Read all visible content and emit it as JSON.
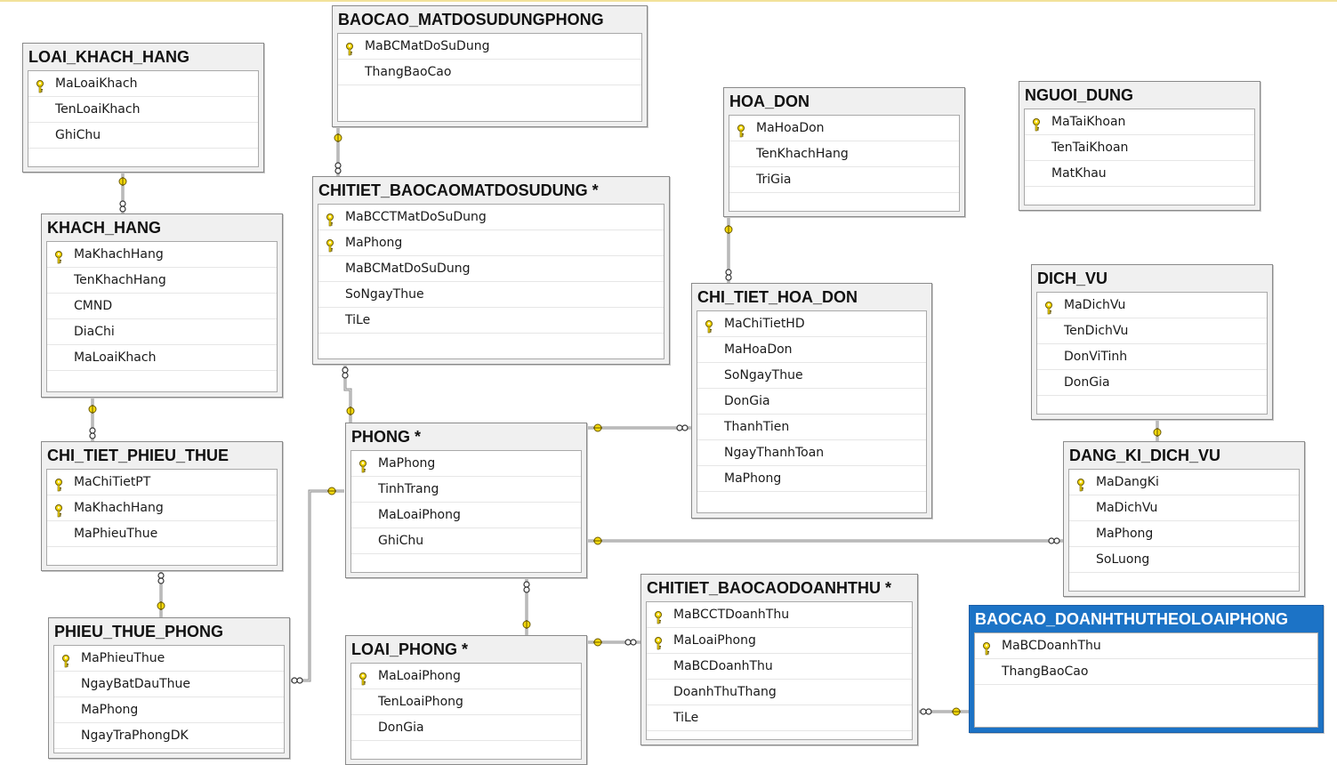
{
  "tables": {
    "loai_khach_hang": {
      "name": "LOAI_KHACH_HANG",
      "columns": [
        "MaLoaiKhach",
        "TenLoaiKhach",
        "GhiChu"
      ]
    },
    "khach_hang": {
      "name": "KHACH_HANG",
      "columns": [
        "MaKhachHang",
        "TenKhachHang",
        "CMND",
        "DiaChi",
        "MaLoaiKhach"
      ]
    },
    "chi_tiet_phieu_thue": {
      "name": "CHI_TIET_PHIEU_THUE",
      "columns": [
        "MaChiTietPT",
        "MaKhachHang",
        "MaPhieuThue"
      ]
    },
    "phieu_thue_phong": {
      "name": "PHIEU_THUE_PHONG",
      "columns": [
        "MaPhieuThue",
        "NgayBatDauThue",
        "MaPhong",
        "NgayTraPhongDK"
      ]
    },
    "baocao_matdosudungphong": {
      "name": "BAOCAO_MATDOSUDUNGPHONG",
      "columns": [
        "MaBCMatDoSuDung",
        "ThangBaoCao"
      ]
    },
    "chitiet_baocaomatdosudung": {
      "name": "CHITIET_BAOCAOMATDOSUDUNG *",
      "columns": [
        "MaBCCTMatDoSuDung",
        "MaPhong",
        "MaBCMatDoSuDung",
        "SoNgayThue",
        "TiLe"
      ]
    },
    "phong": {
      "name": "PHONG *",
      "columns": [
        "MaPhong",
        "TinhTrang",
        "MaLoaiPhong",
        "GhiChu"
      ]
    },
    "loai_phong": {
      "name": "LOAI_PHONG *",
      "columns": [
        "MaLoaiPhong",
        "TenLoaiPhong",
        "DonGia"
      ]
    },
    "hoa_don": {
      "name": "HOA_DON",
      "columns": [
        "MaHoaDon",
        "TenKhachHang",
        "TriGia"
      ]
    },
    "chi_tiet_hoa_don": {
      "name": "CHI_TIET_HOA_DON",
      "columns": [
        "MaChiTietHD",
        "MaHoaDon",
        "SoNgayThue",
        "DonGia",
        "ThanhTien",
        "NgayThanhToan",
        "MaPhong"
      ]
    },
    "chitiet_baocaodoanhthu": {
      "name": "CHITIET_BAOCAODOANHTHU *",
      "columns": [
        "MaBCCTDoanhThu",
        "MaLoaiPhong",
        "MaBCDoanhThu",
        "DoanhThuThang",
        "TiLe"
      ]
    },
    "nguoi_dung": {
      "name": "NGUOI_DUNG",
      "columns": [
        "MaTaiKhoan",
        "TenTaiKhoan",
        "MatKhau"
      ]
    },
    "dich_vu": {
      "name": "DICH_VU",
      "columns": [
        "MaDichVu",
        "TenDichVu",
        "DonViTinh",
        "DonGia"
      ]
    },
    "dang_ki_dich_vu": {
      "name": "DANG_KI_DICH_VU",
      "columns": [
        "MaDangKi",
        "MaDichVu",
        "MaPhong",
        "SoLuong"
      ]
    },
    "baocao_doanhthutheoloaiphong": {
      "name": "BAOCAO_DOANHTHUTHEOLOAIPHONG",
      "columns": [
        "MaBCDoanhThu",
        "ThangBaoCao"
      ]
    }
  },
  "colors": {
    "key_fill": "#f5d90a",
    "key_stroke": "#6b5a00",
    "selected_header": "#1c73c6",
    "link_line": "#808080"
  }
}
